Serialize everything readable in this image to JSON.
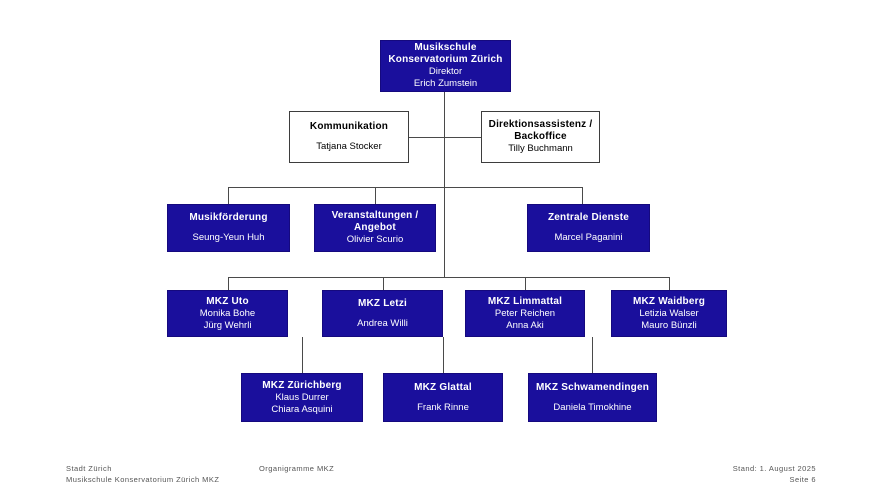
{
  "document": {
    "title": "Organigramme MKZ",
    "accent_blue": "#1a0f9c",
    "line_color": "#4a4a4a",
    "box_white_bg": "#ffffff",
    "page_bg": "#ffffff"
  },
  "chart_data": {
    "type": "org-chart",
    "levels": 5,
    "nodes": [
      {
        "id": "root",
        "title": "Musikschule\nKonservatorium Zürich",
        "role": "Direktor",
        "person": "Erich Zumstein",
        "style": "blue",
        "level": 1
      },
      {
        "id": "kommunikation",
        "title": "Kommunikation",
        "person": "Tatjana Stocker",
        "style": "white",
        "level": 2
      },
      {
        "id": "direktionsassistenz",
        "title": "Direktionsassistenz /\nBackoffice",
        "person": "Tilly Buchmann",
        "style": "white",
        "level": 2
      },
      {
        "id": "musikfoerderung",
        "title": "Musikförderung",
        "person": "Seung-Yeun Huh",
        "style": "blue",
        "level": 3
      },
      {
        "id": "veranstaltungen",
        "title": "Veranstaltungen /\nAngebot",
        "person": "Olivier Scurio",
        "style": "blue",
        "level": 3
      },
      {
        "id": "zentrale-dienste",
        "title": "Zentrale Dienste",
        "person": "Marcel Paganini",
        "style": "blue",
        "level": 3
      },
      {
        "id": "mkz-uto",
        "title": "MKZ Uto",
        "person": "Monika Bohe",
        "person2": "Jürg Wehrli",
        "style": "blue",
        "level": 4
      },
      {
        "id": "mkz-letzi",
        "title": "MKZ Letzi",
        "person": "Andrea Willi",
        "style": "blue",
        "level": 4
      },
      {
        "id": "mkz-limmattal",
        "title": "MKZ Limmattal",
        "person": "Peter Reichen",
        "person2": "Anna Aki",
        "style": "blue",
        "level": 4
      },
      {
        "id": "mkz-waidberg",
        "title": "MKZ Waidberg",
        "person": "Letizia Walser",
        "person2": "Mauro Bünzli",
        "style": "blue",
        "level": 4
      },
      {
        "id": "mkz-zuerichberg",
        "title": "MKZ Zürichberg",
        "person": "Klaus Durrer",
        "person2": "Chiara Asquini",
        "style": "blue",
        "level": 5
      },
      {
        "id": "mkz-glattal",
        "title": "MKZ Glattal",
        "person": "Frank Rinne",
        "style": "blue",
        "level": 5
      },
      {
        "id": "mkz-schwamendingen",
        "title": "MKZ Schwamendingen",
        "person": "Daniela Timokhine",
        "style": "blue",
        "level": 5
      }
    ]
  },
  "boxes": {
    "root": {
      "line1": "Musikschule",
      "line2": "Konservatorium Zürich",
      "role": "Direktor",
      "person": "Erich Zumstein"
    },
    "kommunikation": {
      "title": "Kommunikation",
      "person": "Tatjana Stocker"
    },
    "direktionsassistenz": {
      "line1": "Direktionsassistenz /",
      "line2": "Backoffice",
      "person": "Tilly Buchmann"
    },
    "musikfoerderung": {
      "title": "Musikförderung",
      "person": "Seung-Yeun Huh"
    },
    "veranstaltungen": {
      "line1": "Veranstaltungen /",
      "line2": "Angebot",
      "person": "Olivier Scurio"
    },
    "zentrale_dienste": {
      "title": "Zentrale Dienste",
      "person": "Marcel Paganini"
    },
    "mkz_uto": {
      "title": "MKZ Uto",
      "person1": "Monika Bohe",
      "person2": "Jürg Wehrli"
    },
    "mkz_letzi": {
      "title": "MKZ Letzi",
      "person": "Andrea Willi"
    },
    "mkz_limmattal": {
      "title": "MKZ Limmattal",
      "person1": "Peter Reichen",
      "person2": "Anna Aki"
    },
    "mkz_waidberg": {
      "title": "MKZ Waidberg",
      "person1": "Letizia Walser",
      "person2": "Mauro Bünzli"
    },
    "mkz_zuerichberg": {
      "title": "MKZ Zürichberg",
      "person1": "Klaus Durrer",
      "person2": "Chiara Asquini"
    },
    "mkz_glattal": {
      "title": "MKZ Glattal",
      "person": "Frank Rinne"
    },
    "mkz_schwamendingen": {
      "title": "MKZ Schwamendingen",
      "person": "Daniela Timokhine"
    }
  },
  "footer": {
    "left": "Stadt Zürich\nMusikschule Konservatorium Zürich MKZ",
    "middle": "Organigramme MKZ",
    "right": "Stand: 1. August 2025\nSeite 6"
  }
}
